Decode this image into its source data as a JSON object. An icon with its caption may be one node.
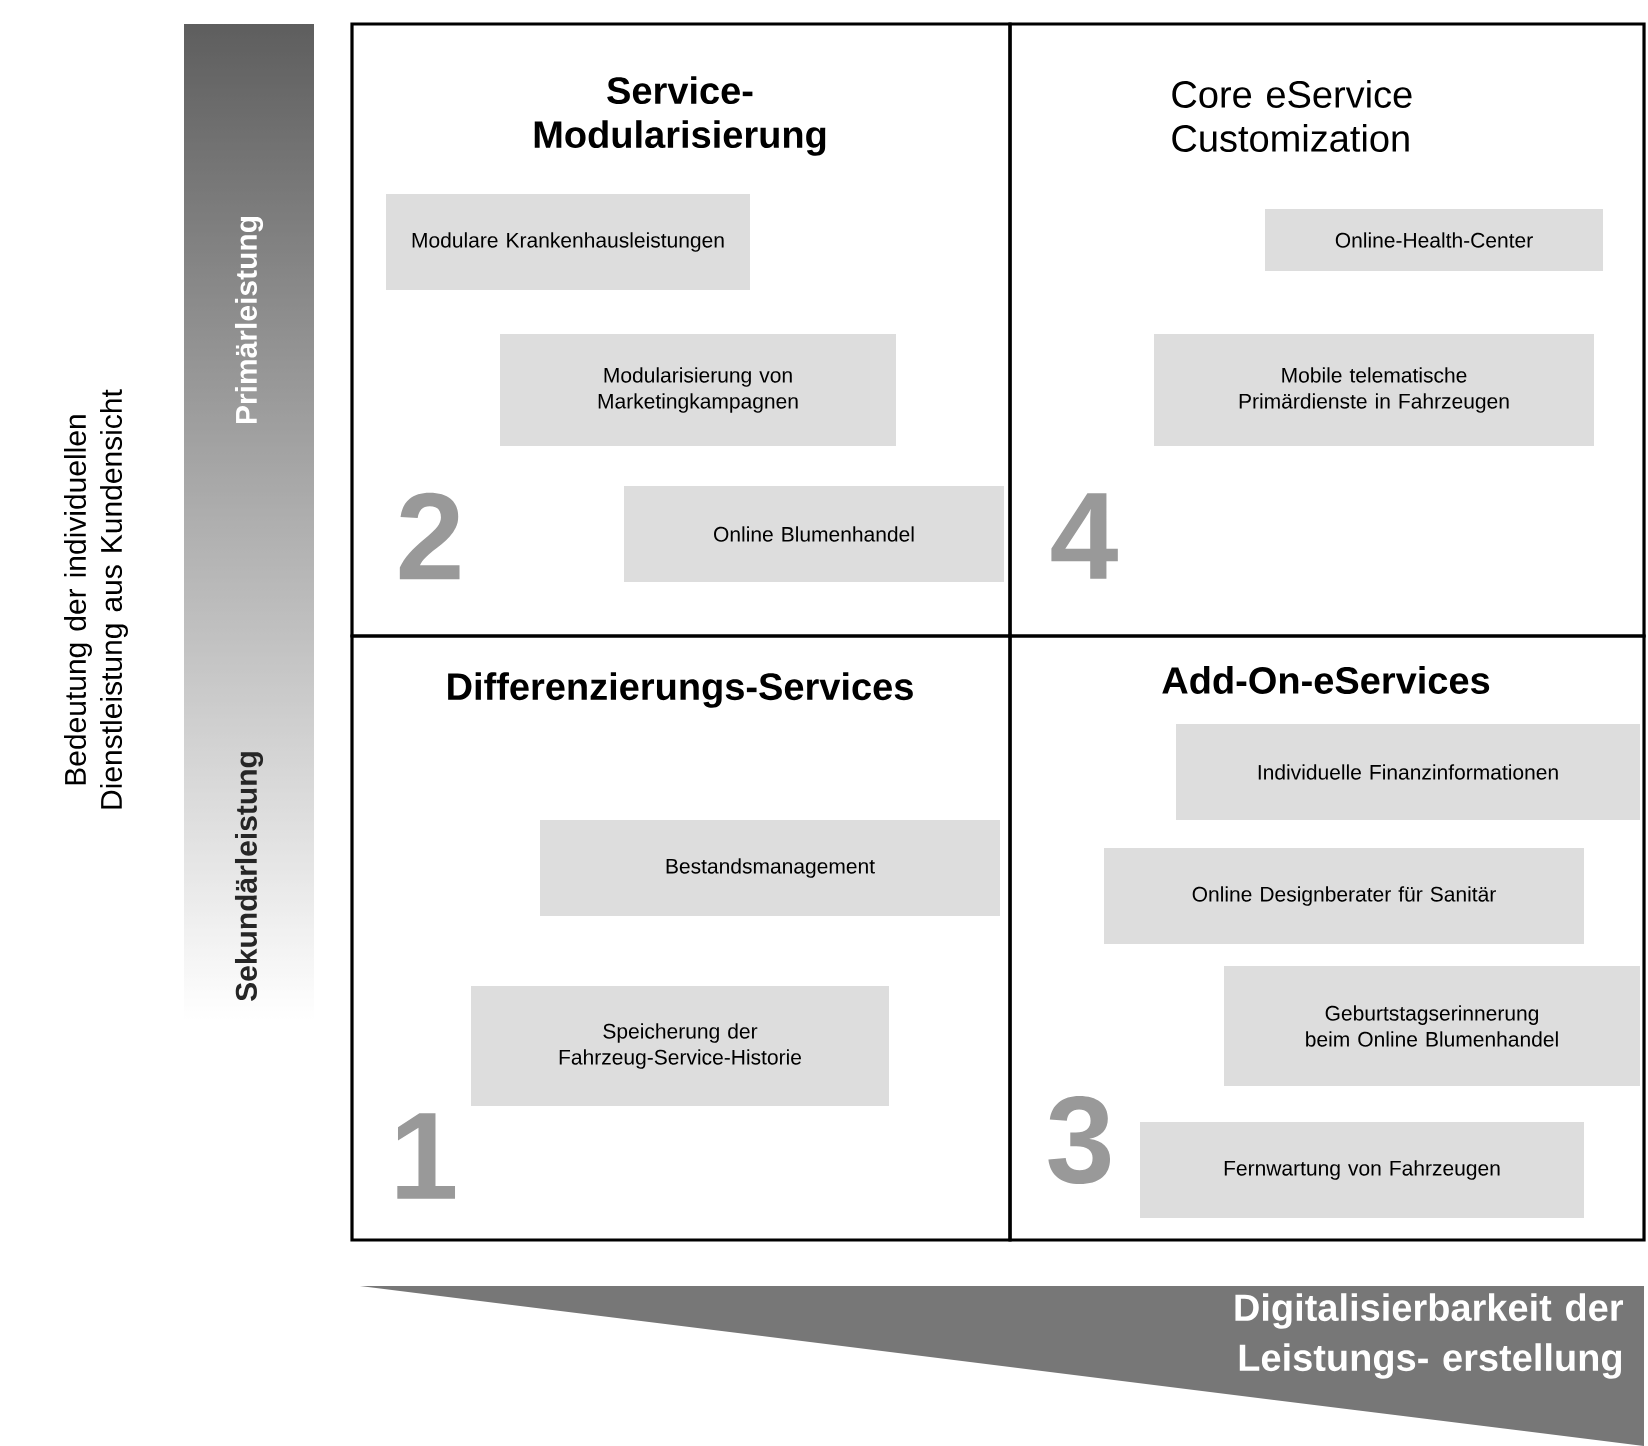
{
  "diagram": {
    "nodes": [
      {
        "text": [
          "Primärleistung",
          "Sekundärleistung"
        ]
      },
      {
        "text": [
          "Service- Modularisierung",
          "2"
        ]
      },
      {
        "text": [
          "Modulare Krankenhausleistungen"
        ],
        "in": 1
      },
      {
        "text": [
          "Modularisierung von Marketingkampagnen"
        ],
        "in": 1
      },
      {
        "text": [
          "Online Blumenhandel"
        ],
        "in": 1
      },
      {
        "text": [
          "Core eService Customization",
          "4"
        ]
      },
      {
        "text": [
          "Online-Health-Center"
        ],
        "in": 5
      },
      {
        "text": [
          "Mobile telematische Primärdienste in Fahrzeugen"
        ],
        "in": 5
      },
      {
        "text": [
          "Differenzierungs-Services",
          "1"
        ]
      },
      {
        "text": [
          "Bestandsmanagement"
        ],
        "in": 8
      },
      {
        "text": [
          "Speicherung der Fahrzeug-Service-Historie"
        ],
        "in": 8
      },
      {
        "text": [
          "Add-On-eServices",
          "3"
        ]
      },
      {
        "text": [
          "Individuelle Finanzinformationen"
        ],
        "in": 11
      },
      {
        "text": [
          "Online Designberater für Sanitär"
        ],
        "in": 11
      },
      {
        "text": [
          "Geburtstagserinnerung beim Online Blumenhandel"
        ],
        "in": 11
      },
      {
        "text": [
          "Fernwartung von Fahrzeugen"
        ],
        "in": 11
      },
      {
        "text": [
          "Digitalisierbarkeit der Leistungs- erstellung"
        ]
      }
    ],
    "labels": [
      "Bedeutung der individuellen Dienstleistung aus Kundensicht"
    ]
  }
}
